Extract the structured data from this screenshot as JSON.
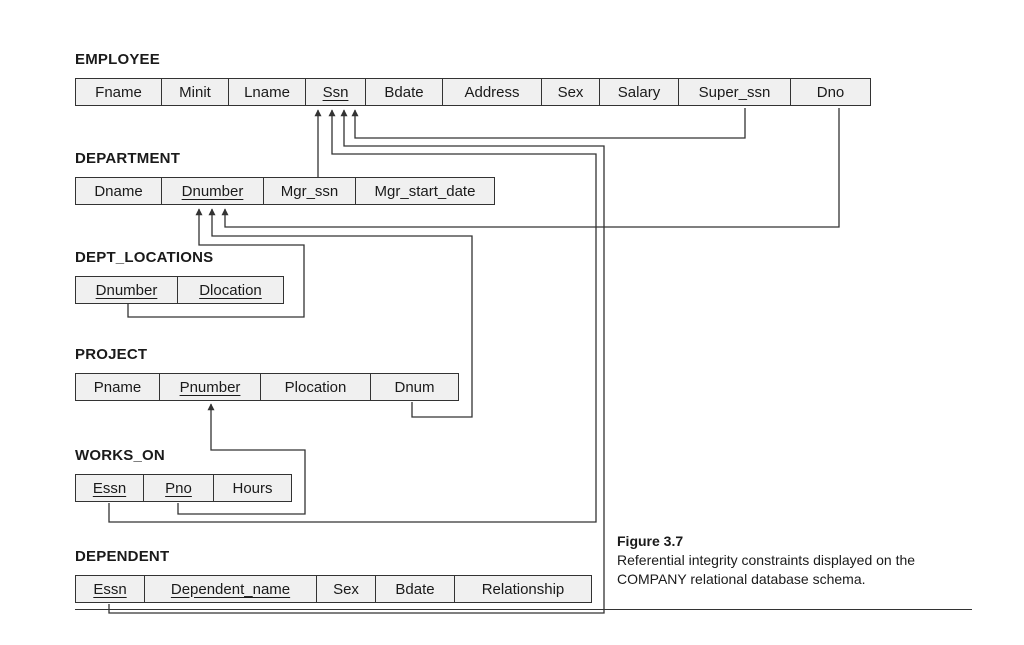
{
  "relations": [
    {
      "name": "EMPLOYEE",
      "attributes": [
        {
          "label": "Fname",
          "pk": false
        },
        {
          "label": "Minit",
          "pk": false
        },
        {
          "label": "Lname",
          "pk": false
        },
        {
          "label": "Ssn",
          "pk": true
        },
        {
          "label": "Bdate",
          "pk": false
        },
        {
          "label": "Address",
          "pk": false
        },
        {
          "label": "Sex",
          "pk": false
        },
        {
          "label": "Salary",
          "pk": false
        },
        {
          "label": "Super_ssn",
          "pk": false
        },
        {
          "label": "Dno",
          "pk": false
        }
      ]
    },
    {
      "name": "DEPARTMENT",
      "attributes": [
        {
          "label": "Dname",
          "pk": false
        },
        {
          "label": "Dnumber",
          "pk": true
        },
        {
          "label": "Mgr_ssn",
          "pk": false
        },
        {
          "label": "Mgr_start_date",
          "pk": false
        }
      ]
    },
    {
      "name": "DEPT_LOCATIONS",
      "attributes": [
        {
          "label": "Dnumber",
          "pk": true
        },
        {
          "label": "Dlocation",
          "pk": true
        }
      ]
    },
    {
      "name": "PROJECT",
      "attributes": [
        {
          "label": "Pname",
          "pk": false
        },
        {
          "label": "Pnumber",
          "pk": true
        },
        {
          "label": "Plocation",
          "pk": false
        },
        {
          "label": "Dnum",
          "pk": false
        }
      ]
    },
    {
      "name": "WORKS_ON",
      "attributes": [
        {
          "label": "Essn",
          "pk": true
        },
        {
          "label": "Pno",
          "pk": true
        },
        {
          "label": "Hours",
          "pk": false
        }
      ]
    },
    {
      "name": "DEPENDENT",
      "attributes": [
        {
          "label": "Essn",
          "pk": true
        },
        {
          "label": "Dependent_name",
          "pk": true
        },
        {
          "label": "Sex",
          "pk": false
        },
        {
          "label": "Bdate",
          "pk": false
        },
        {
          "label": "Relationship",
          "pk": false
        }
      ]
    }
  ],
  "references": [
    {
      "from": "EMPLOYEE.Super_ssn",
      "to": "EMPLOYEE.Ssn"
    },
    {
      "from": "DEPARTMENT.Mgr_ssn",
      "to": "EMPLOYEE.Ssn"
    },
    {
      "from": "WORKS_ON.Essn",
      "to": "EMPLOYEE.Ssn"
    },
    {
      "from": "DEPENDENT.Essn",
      "to": "EMPLOYEE.Ssn"
    },
    {
      "from": "EMPLOYEE.Dno",
      "to": "DEPARTMENT.Dnumber"
    },
    {
      "from": "DEPT_LOCATIONS.Dnumber",
      "to": "DEPARTMENT.Dnumber"
    },
    {
      "from": "PROJECT.Dnum",
      "to": "DEPARTMENT.Dnumber"
    },
    {
      "from": "WORKS_ON.Pno",
      "to": "PROJECT.Pnumber"
    }
  ],
  "caption": {
    "figure": "Figure 3.7",
    "text": "Referential integrity constraints displayed on the COMPANY relational database schema."
  },
  "colors": {
    "line": "#333333",
    "cell_fill": "#f0f0f0",
    "text": "#1a1a1a"
  }
}
